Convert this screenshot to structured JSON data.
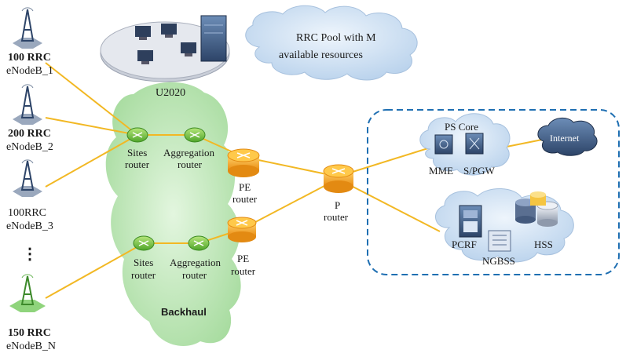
{
  "colors": {
    "link": "#f2b824",
    "backhaul": "#c8ecc4",
    "cloud": "#cfe0f3",
    "router_green": "#7ac943",
    "router_orange": "#f6a623",
    "core_border": "#1f6fb2"
  },
  "enodebs": [
    {
      "rrc": "100 RRC",
      "name": "eNodeB_1",
      "bold": true
    },
    {
      "rrc": "200 RRC",
      "name": "eNodeB_2",
      "bold": true
    },
    {
      "rrc": "100RRC",
      "name": "eNodeB_3",
      "bold": false
    },
    {
      "rrc": "150 RRC",
      "name": "eNodeB_N",
      "bold": true
    }
  ],
  "ellipsis": "⋮",
  "management": {
    "label": "U2020",
    "pool_text_line1": "RRC Pool with M",
    "pool_text_line2": "available resources"
  },
  "routers": {
    "sites_top": {
      "line1": "Sites",
      "line2": "router"
    },
    "aggregation_top": {
      "line1": "Aggregation",
      "line2": "router"
    },
    "pe_top": {
      "line1": "PE",
      "line2": "router"
    },
    "sites_bottom": {
      "line1": "Sites",
      "line2": "router"
    },
    "aggregation_bottom": {
      "line1": "Aggregation",
      "line2": "router"
    },
    "pe_bottom": {
      "line1": "PE",
      "line2": "router"
    },
    "p": {
      "line1": "P",
      "line2": "router"
    }
  },
  "backhaul_label": "Backhaul",
  "core": {
    "ps_core": "PS Core",
    "mme": "MME",
    "spgw": "S/PGW",
    "internet": "Internet",
    "pcrf": "PCRF",
    "hss": "HSS",
    "ngbss": "NGBSS"
  }
}
